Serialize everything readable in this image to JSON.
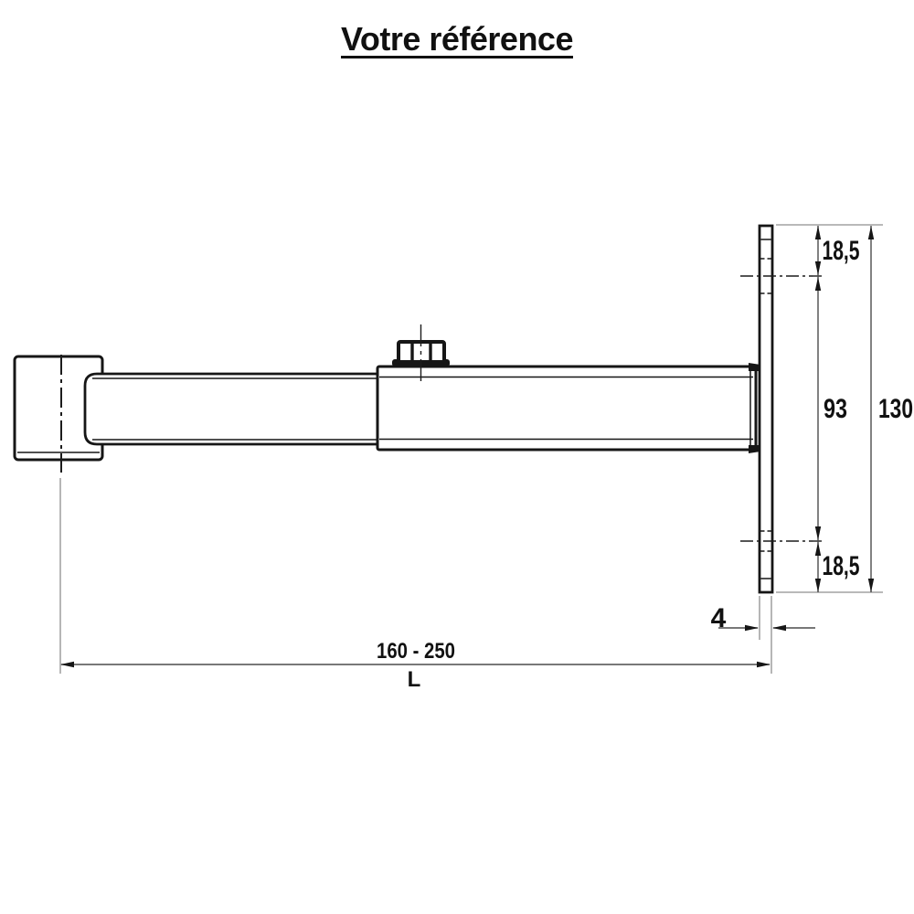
{
  "title": "Votre référence",
  "dimensions": {
    "plate_top_to_hole": "18,5",
    "hole_to_hole": "93",
    "plate_total_height": "130",
    "hole_to_plate_bottom": "18,5",
    "plate_thickness": "4",
    "length_range": "160 - 250",
    "length_label": "L"
  },
  "colors": {
    "outline": "#161616",
    "dimension_line": "#4c4c4c",
    "extension_line": "#8f8f8f",
    "text": "#111111",
    "background": "#ffffff"
  }
}
